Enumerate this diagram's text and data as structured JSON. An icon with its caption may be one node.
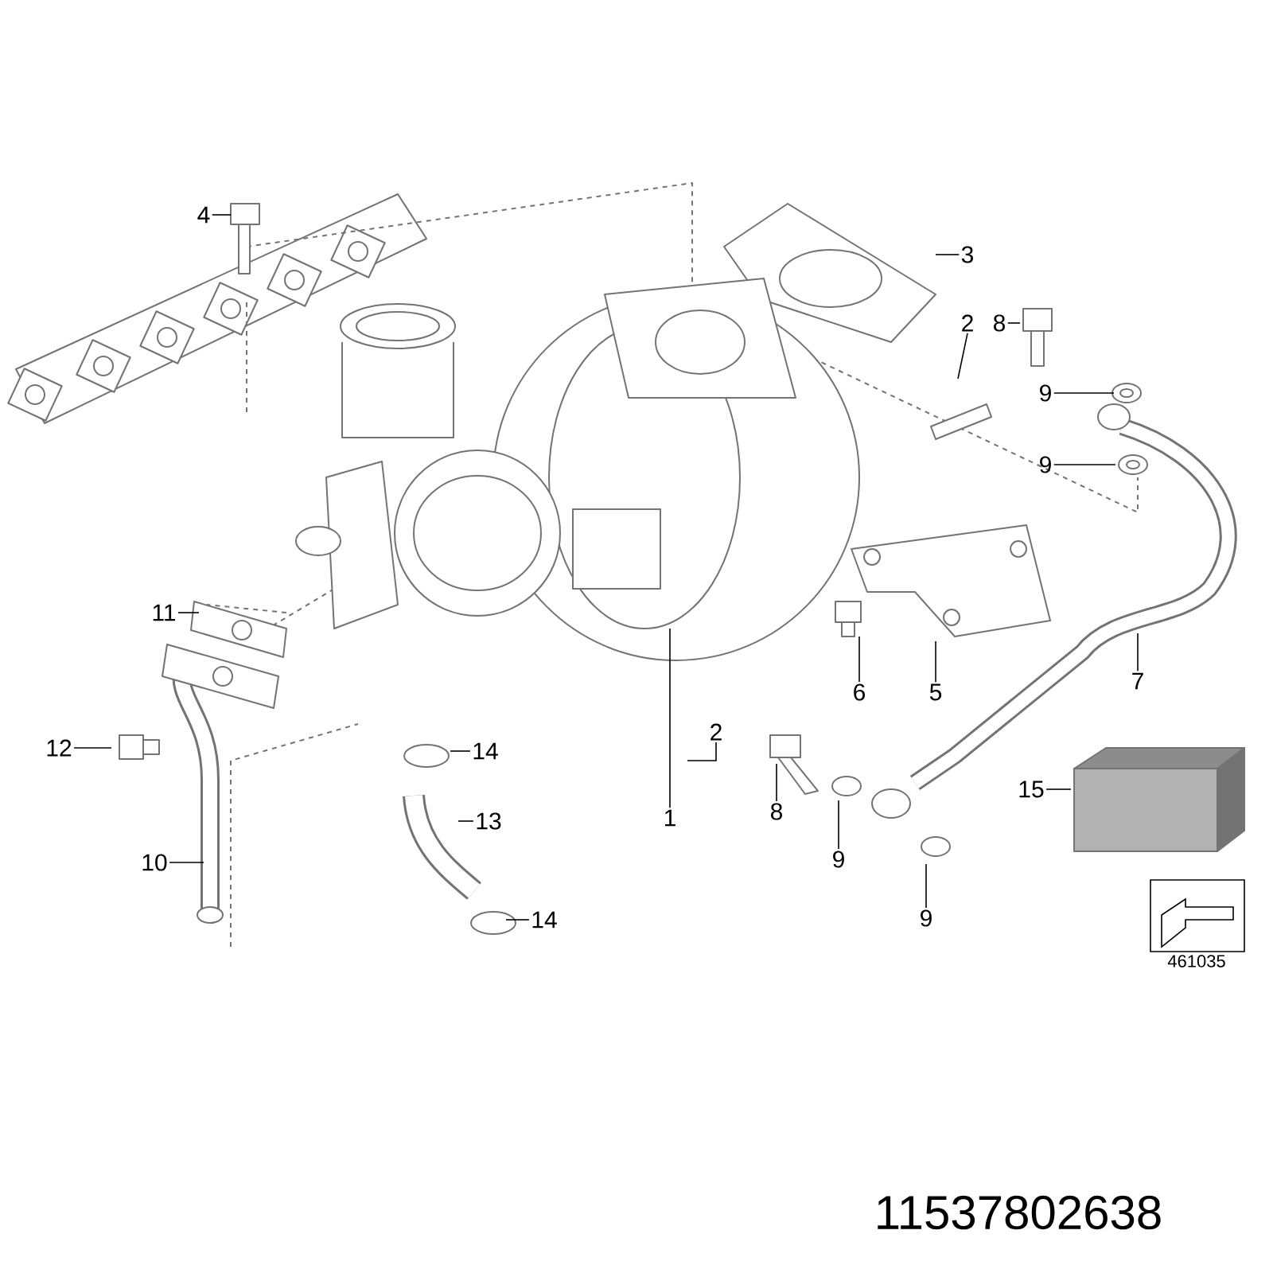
{
  "diagram": {
    "nodes": [
      {
        "text": [
          "4"
        ]
      },
      {
        "text": [
          "3"
        ]
      },
      {
        "text": [
          "8"
        ]
      },
      {
        "text": [
          "2"
        ]
      },
      {
        "text": [
          "9"
        ]
      },
      {
        "text": [
          "9"
        ]
      },
      {
        "text": [
          "11"
        ]
      },
      {
        "text": [
          "7"
        ]
      },
      {
        "text": [
          "6"
        ]
      },
      {
        "text": [
          "5"
        ]
      },
      {
        "text": [
          "2"
        ]
      },
      {
        "text": [
          "12"
        ]
      },
      {
        "text": [
          "14"
        ]
      },
      {
        "text": [
          "15"
        ]
      },
      {
        "text": [
          "1"
        ]
      },
      {
        "text": [
          "8"
        ]
      },
      {
        "text": [
          "13"
        ]
      },
      {
        "text": [
          "9"
        ]
      },
      {
        "text": [
          "10"
        ]
      },
      {
        "text": [
          "9"
        ]
      },
      {
        "text": [
          "14"
        ]
      }
    ],
    "edges": [
      {
        "from": 0,
        "to": null,
        "arrow": "none"
      },
      {
        "from": 1,
        "to": null,
        "arrow": "none"
      },
      {
        "from": 2,
        "to": null,
        "arrow": "none"
      },
      {
        "from": 3,
        "to": null,
        "arrow": "none"
      },
      {
        "from": 4,
        "to": null,
        "arrow": "none"
      },
      {
        "from": 5,
        "to": null,
        "arrow": "none"
      },
      {
        "from": 6,
        "to": null,
        "arrow": "none"
      },
      {
        "from": 7,
        "to": null,
        "arrow": "none"
      },
      {
        "from": 8,
        "to": null,
        "arrow": "none"
      },
      {
        "from": 9,
        "to": null,
        "arrow": "none"
      },
      {
        "from": 10,
        "to": null,
        "arrow": "none"
      },
      {
        "from": 11,
        "to": null,
        "arrow": "none"
      },
      {
        "from": 12,
        "to": null,
        "arrow": "none"
      },
      {
        "from": 13,
        "to": null,
        "arrow": "none"
      },
      {
        "from": 14,
        "to": null,
        "arrow": "none"
      },
      {
        "from": 15,
        "to": null,
        "arrow": "none"
      },
      {
        "from": 16,
        "to": null,
        "arrow": "none"
      },
      {
        "from": 17,
        "to": null,
        "arrow": "none"
      },
      {
        "from": 18,
        "to": null,
        "arrow": "none"
      },
      {
        "from": 19,
        "to": null,
        "arrow": "none"
      },
      {
        "from": 20,
        "to": null,
        "arrow": "none"
      }
    ],
    "labels": [
      "461035",
      "11537802638"
    ]
  }
}
